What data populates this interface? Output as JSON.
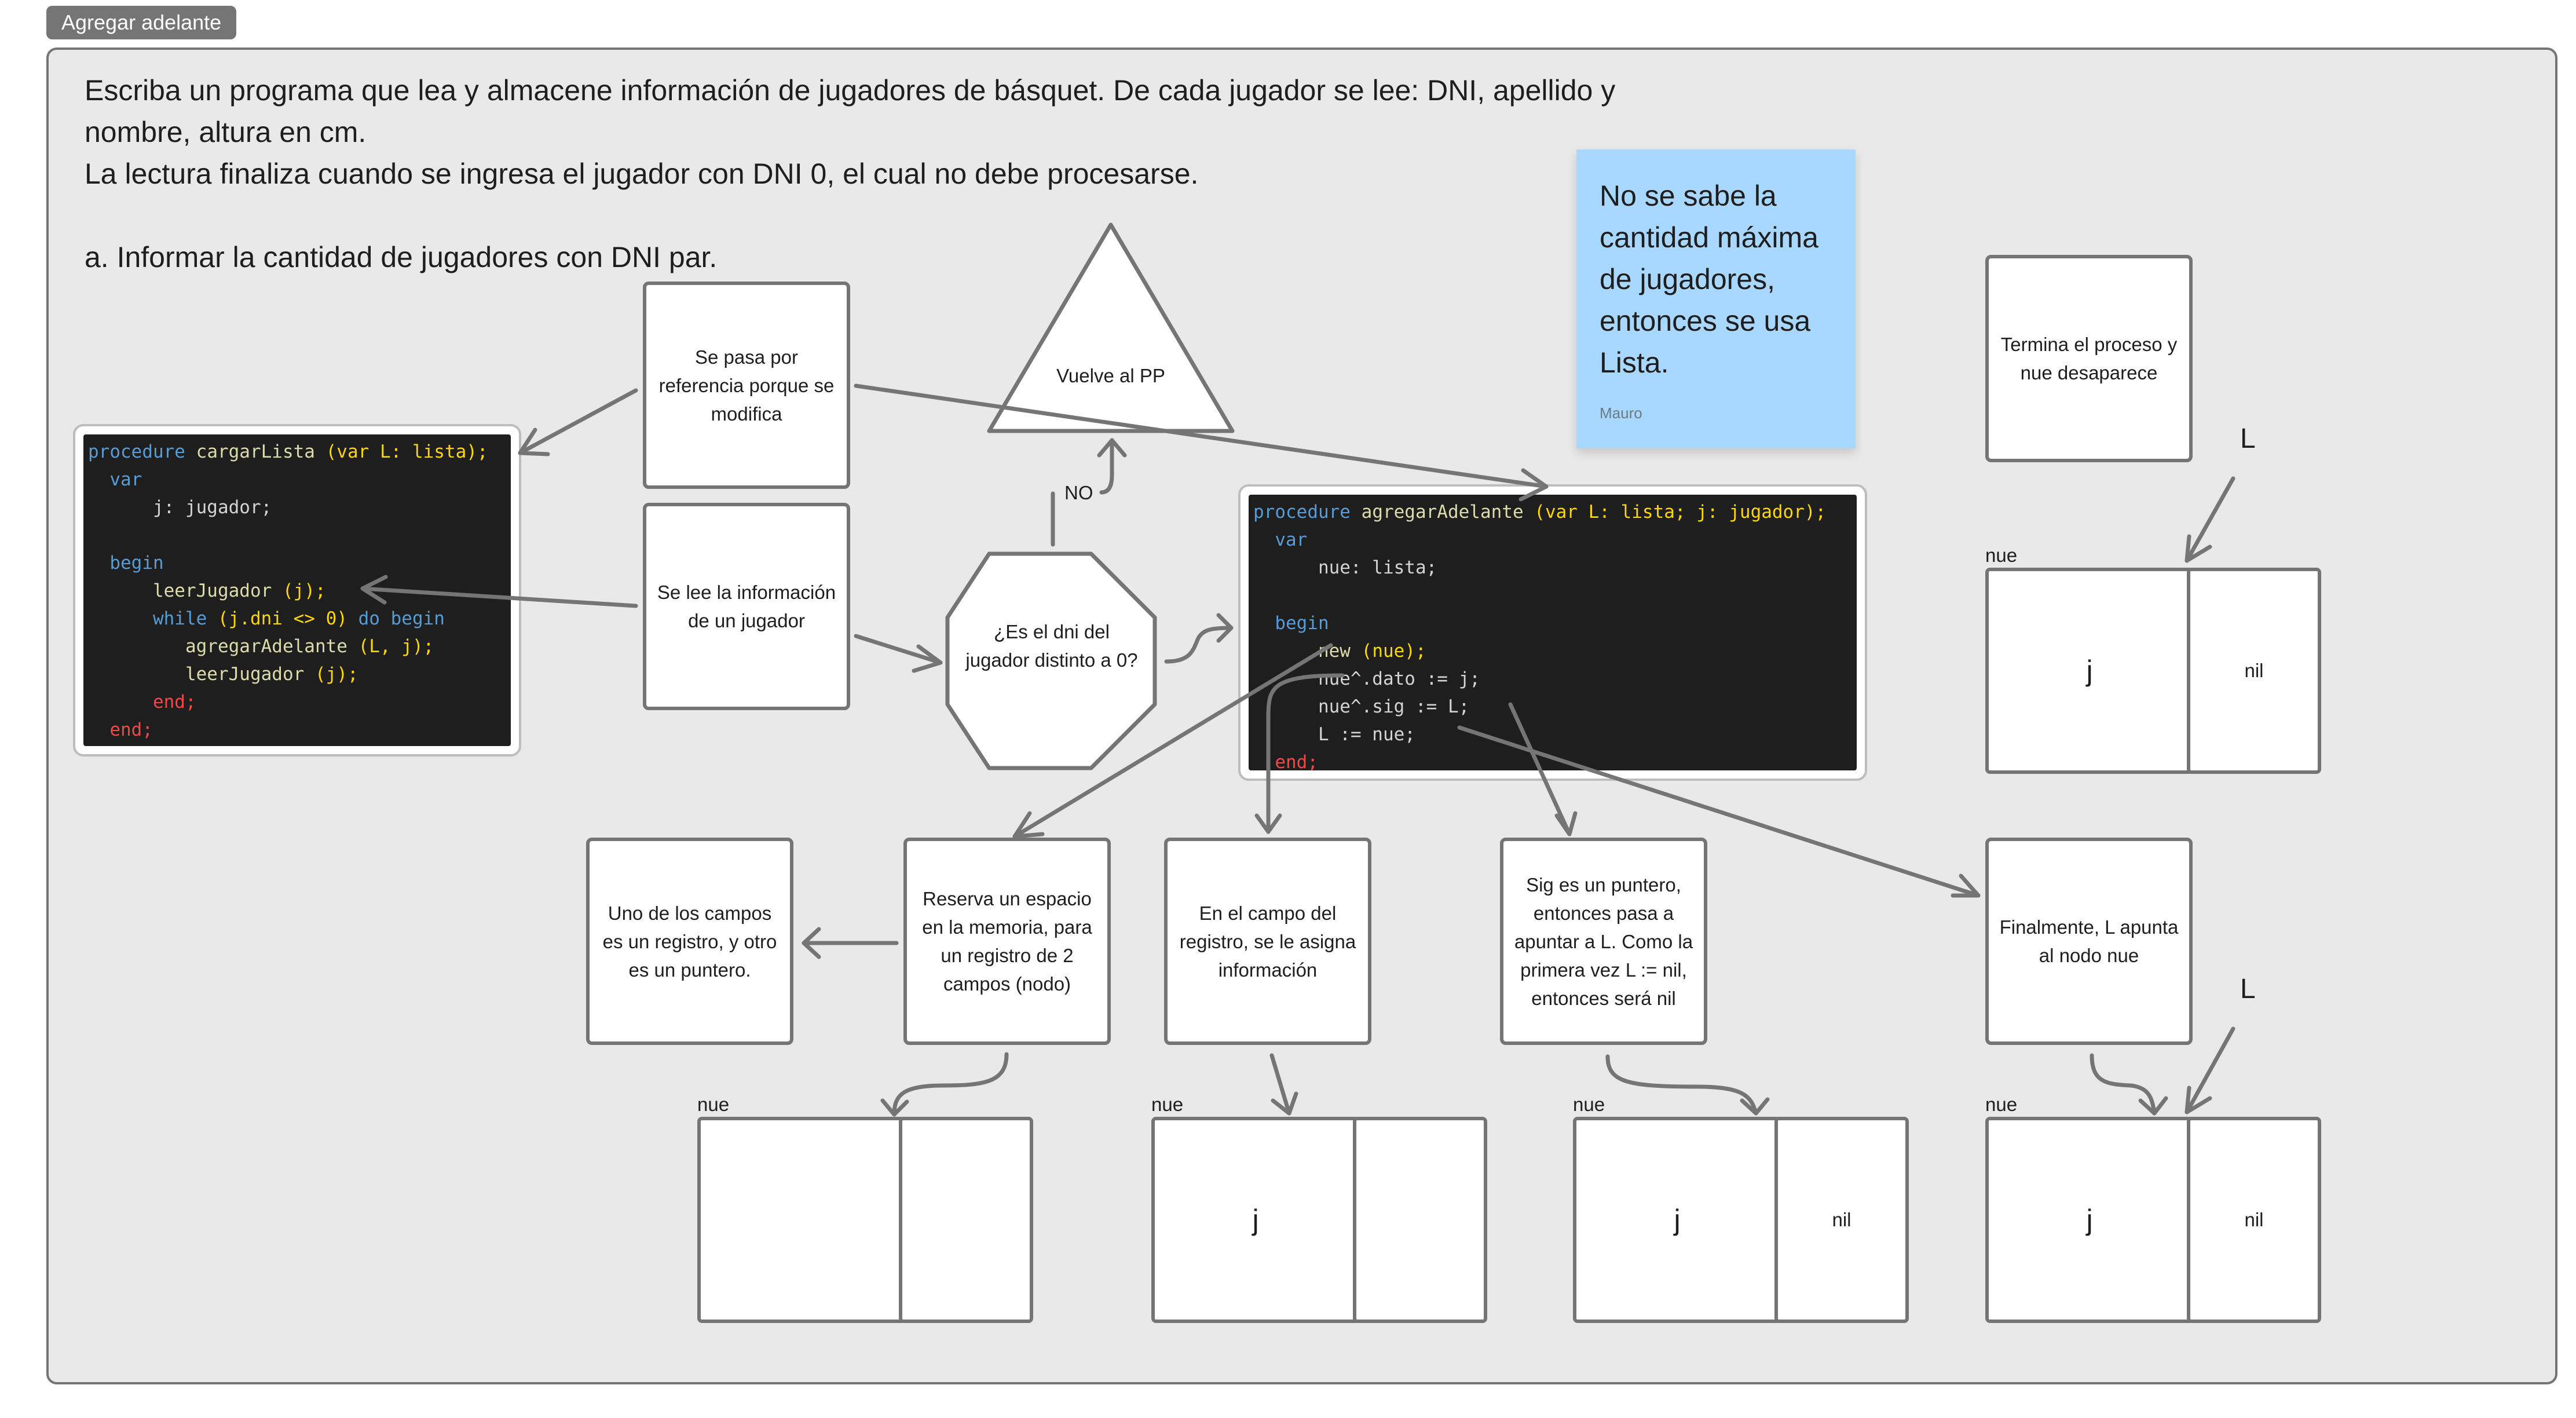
{
  "button": {
    "label": "Agregar adelante"
  },
  "intro": {
    "line1": "Escriba un programa que lea y almacene información de jugadores de básquet. De cada jugador se lee: DNI, apellido y",
    "line2": "nombre, altura en cm.",
    "line3": "La lectura finaliza cuando se ingresa el jugador con DNI 0, el cual no debe procesarse.",
    "line4": "a. Informar la cantidad de jugadores con DNI par."
  },
  "code_cargar": {
    "kw_procedure": "procedure",
    "name": "cargarLista",
    "params": "(var L: lista);",
    "kw_var": "var",
    "decl": "j: jugador;",
    "kw_begin": "begin",
    "call_leer": "leerJugador",
    "call_leer_args": "(j);",
    "kw_while": "while",
    "cond": "(j.dni <> 0)",
    "kw_do": "do",
    "kw_begin2": "begin",
    "call_agregar": "agregarAdelante",
    "call_agregar_args": "(L, j);",
    "call_leer2": "leerJugador",
    "call_leer2_args": "(j);",
    "end_inner": "end;",
    "end_outer": "end;"
  },
  "code_agregar": {
    "kw_procedure": "procedure",
    "name": "agregarAdelante",
    "params": "(var L: lista; j: jugador);",
    "kw_var": "var",
    "decl": "nue: lista;",
    "kw_begin": "begin",
    "new_stmt": "new",
    "new_args": "(nue);",
    "l1": "nue^.dato := j;",
    "l2": "nue^.sig := L;",
    "l3": "L := nue;",
    "end": "end;"
  },
  "notes": {
    "referencia": "Se pasa por referencia porque se modifica",
    "lee": "Se lee la información de un jugador",
    "vuelve": "Vuelve al PP",
    "no": "NO",
    "pregunta": "¿Es el dni del jugador distinto a 0?",
    "termina": "Termina el proceso y nue desaparece",
    "campos": "Uno de los campos es un registro, y otro es un puntero.",
    "reserva": "Reserva un espacio en la memoria, para un registro de 2 campos (nodo)",
    "campo_registro": "En el campo del registro, se le asigna información",
    "sig": "Sig es un puntero, entonces pasa a apuntar a L. Como la primera vez L := nil, entonces será nil",
    "finalmente": "Finalmente, L apunta al nodo nue"
  },
  "sticky": {
    "text": "No se sabe la cantidad máxima de jugadores, entonces se usa Lista.",
    "author": "Mauro"
  },
  "nodes": {
    "nue": "nue",
    "L": "L",
    "j": "j",
    "nil": "nil"
  },
  "colors": {
    "accent_line": "#757575",
    "sticky": "#a8d8ff",
    "panel": "#e9e9e9",
    "code_bg": "#1e1e1e"
  }
}
